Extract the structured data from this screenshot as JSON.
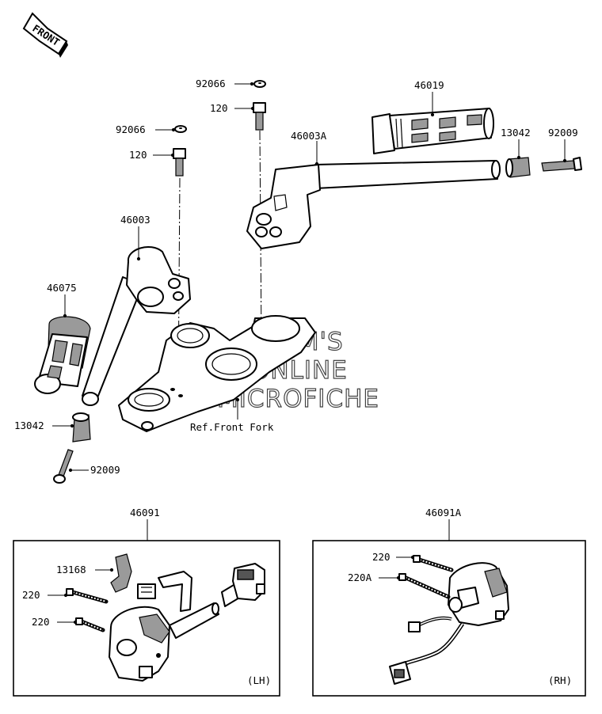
{
  "front_badge": "FRONT",
  "watermark": [
    "FLSM'S",
    "ONLINE",
    "MICROFICHE"
  ],
  "callouts": {
    "p92066a": "92066",
    "p120a": "120",
    "p92066b": "92066",
    "p120b": "120",
    "p46019": "46019",
    "p46003A": "46003A",
    "p13042a": "13042",
    "p92009a": "92009",
    "p46003": "46003",
    "p46075": "46075",
    "ref_front_fork": "Ref.Front Fork",
    "p13042b": "13042",
    "p92009b": "92009",
    "p46091": "46091",
    "p46091A": "46091A",
    "p13168": "13168",
    "p220a": "220",
    "p220b": "220",
    "p220c": "220",
    "p220A": "220A"
  },
  "panels": {
    "left_side": "(LH)",
    "right_side": "(RH)"
  }
}
